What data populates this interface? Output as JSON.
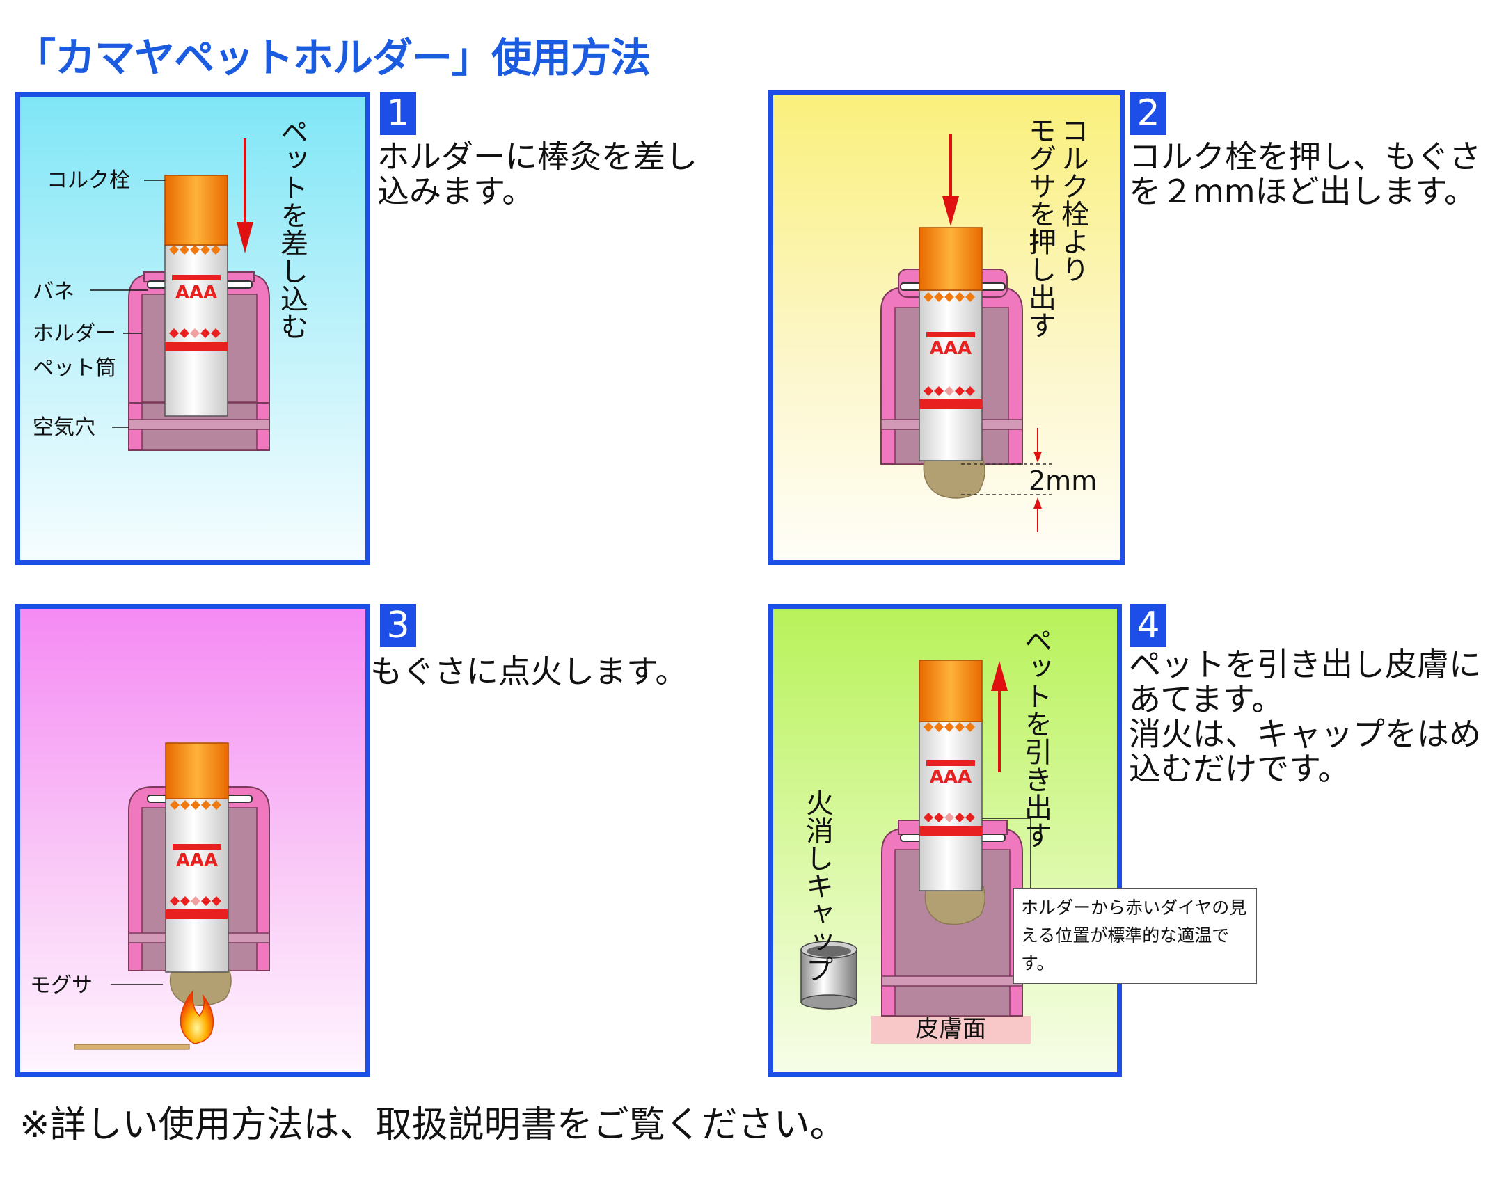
{
  "title": "「カマヤペットホルダー」使用方法",
  "steps": [
    {
      "number": "1",
      "lines": [
        "ホルダーに棒灸を差し",
        "込みます。"
      ]
    },
    {
      "number": "2",
      "lines": [
        "コルク栓を押し、もぐさ",
        "を２mmほど出します。"
      ]
    },
    {
      "number": "3",
      "lines": [
        "もぐさに点火します。"
      ]
    },
    {
      "number": "4",
      "lines": [
        "ペットを引き出し皮膚に",
        "あてます。",
        "消火は、キャップをはめ",
        "込むだけです。"
      ]
    }
  ],
  "panel1": {
    "labels": {
      "cork": "コルク栓",
      "spring": "バネ",
      "holder": "ホルダー",
      "tube": "ペット筒",
      "air_hole": "空気穴"
    },
    "arrow_text": "ペットを差し込む"
  },
  "panel2": {
    "arrow_text_line1": "コルク栓より",
    "arrow_text_line2": "モグサを押し出す",
    "measure": "2mm"
  },
  "panel3": {
    "labels": {
      "moxa": "モグサ"
    }
  },
  "panel4": {
    "arrow_text": "ペットを引き出す",
    "cap_text": "火消しキャップ",
    "skin": "皮膚面",
    "note": "ホルダーから赤いダイヤの見える位置が標準的な適温です。"
  },
  "brand_mark": "AAA",
  "footer": "※詳しい使用方法は、取扱説明書をご覧ください。",
  "colors": {
    "accent_blue": "#1d4ee8",
    "holder_pink": "#f078bf",
    "cork_orange": "#f07a10",
    "arrow_red": "#e01010",
    "moxa": "#b2a072"
  }
}
